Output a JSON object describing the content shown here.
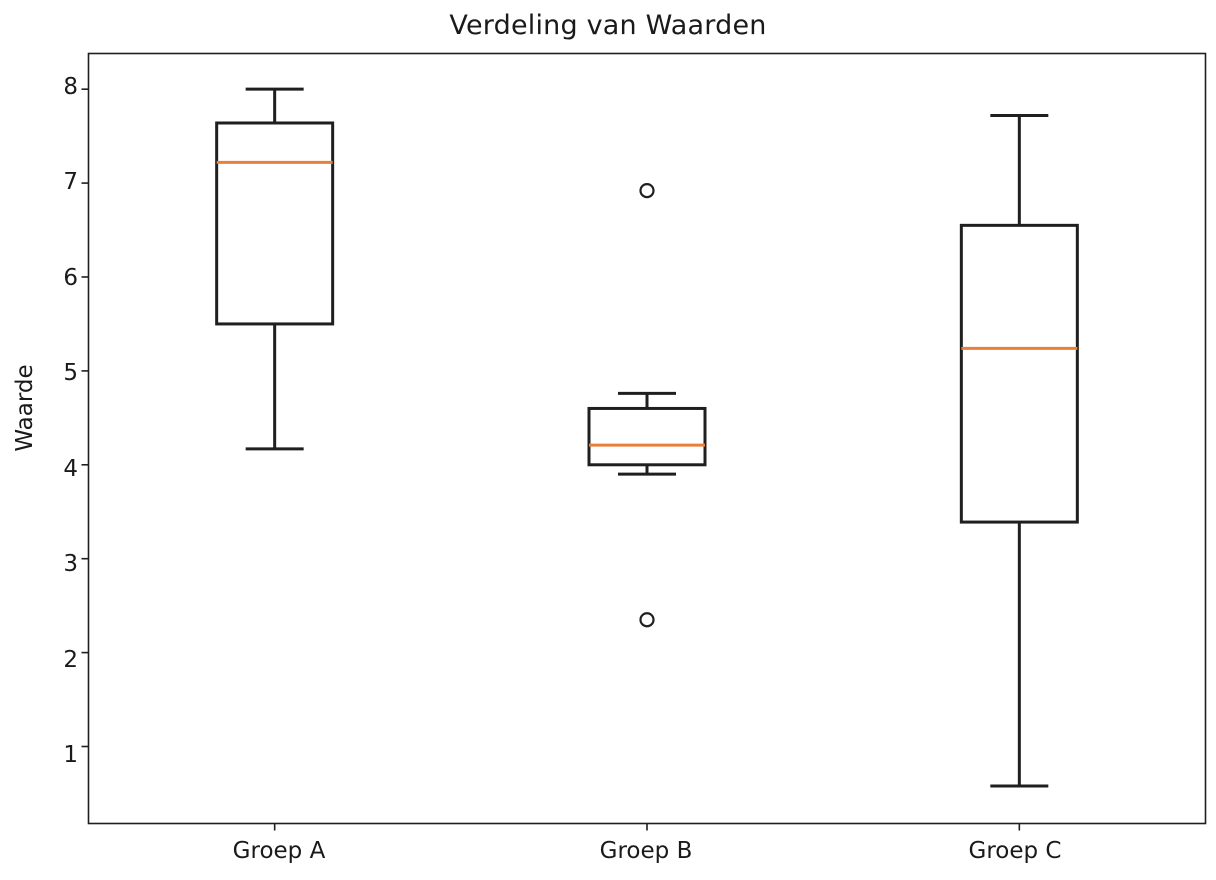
{
  "chart_data": {
    "type": "box",
    "title": "Verdeling van Waarden",
    "xlabel": "",
    "ylabel": "Waarde",
    "categories": [
      "Groep A",
      "Groep B",
      "Groep C"
    ],
    "ylim": [
      0.18,
      8.38
    ],
    "yticks": [
      1,
      2,
      3,
      4,
      5,
      6,
      7,
      8
    ],
    "ytick_labels": [
      "1",
      "2",
      "3",
      "4",
      "5",
      "6",
      "7",
      "8"
    ],
    "grid": false,
    "legend": null,
    "box_color": "#1f1f1f",
    "median_color": "#e8803a",
    "whisker_color": "#1f1f1f",
    "flier_color": "#1f1f1f",
    "boxes": [
      {
        "label": "Groep A",
        "whisker_low": 4.17,
        "q1": 5.5,
        "median": 7.22,
        "q3": 7.64,
        "whisker_high": 8.0,
        "outliers": []
      },
      {
        "label": "Groep B",
        "whisker_low": 3.9,
        "q1": 4.0,
        "median": 4.21,
        "q3": 4.6,
        "whisker_high": 4.76,
        "outliers": [
          6.92,
          2.35
        ]
      },
      {
        "label": "Groep C",
        "whisker_low": 0.58,
        "q1": 3.39,
        "median": 5.24,
        "q3": 6.55,
        "whisker_high": 7.72,
        "outliers": []
      }
    ]
  },
  "axes": {
    "title": "Verdeling van Waarden",
    "ylabel": "Waarde",
    "ytick_labels": [
      "8",
      "7",
      "6",
      "5",
      "4",
      "3",
      "2",
      "1"
    ],
    "xtick_labels": [
      "Groep A",
      "Groep B",
      "Groep C"
    ]
  }
}
